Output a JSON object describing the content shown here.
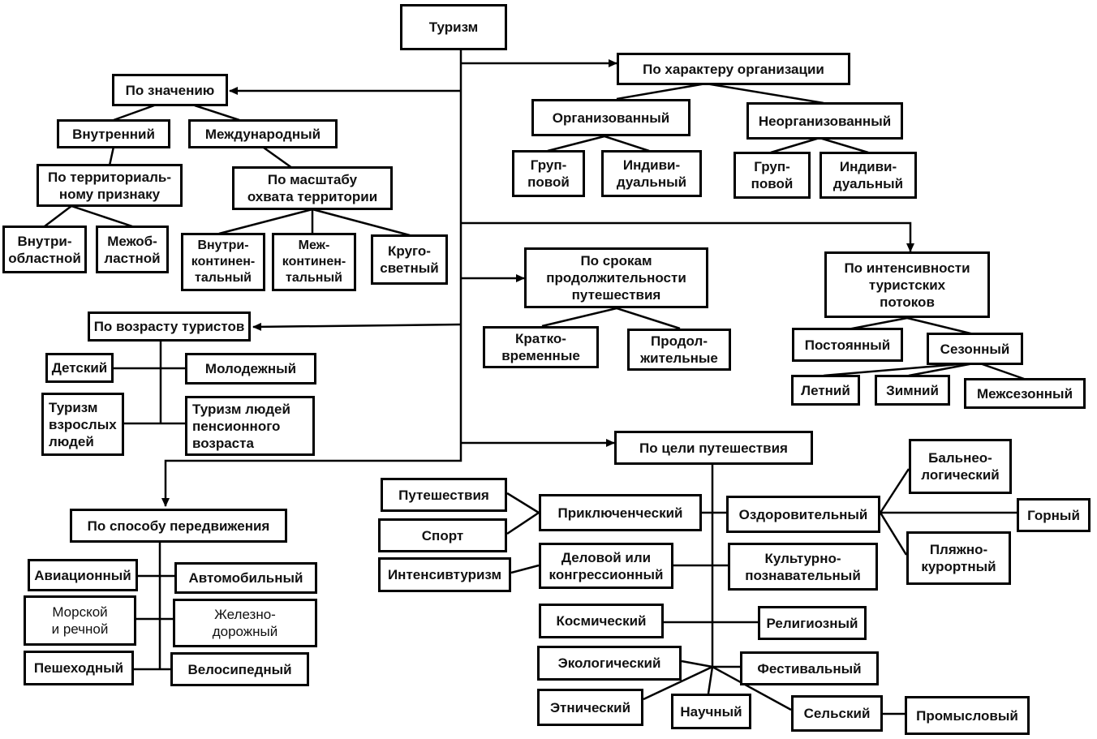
{
  "root": "Туризм",
  "groups": {
    "significance": {
      "label": "По значению",
      "domestic": "Внутренний",
      "international": "Международный",
      "by_territory": "По территориаль-\nному признаку",
      "intraregional": "Внутри-\nобластной",
      "interregional": "Межоб-\nластной",
      "by_scale": "По масштабу\nохвата территории",
      "intracontinental": "Внутри-\nконтинен-\nтальный",
      "intercontinental": "Меж-\nконтинен-\nтальный",
      "round_world": "Круго-\nсветный"
    },
    "organization": {
      "label": "По характеру организации",
      "organized": "Организованный",
      "unorganized": "Неорганизованный",
      "org_group": "Груп-\nповой",
      "org_individual": "Индиви-\nдуальный",
      "unorg_group": "Груп-\nповой",
      "unorg_individual": "Индиви-\nдуальный"
    },
    "duration": {
      "label": "По срокам\nпродолжительности\nпутешествия",
      "short": "Кратко-\nвременные",
      "long": "Продол-\nжительные"
    },
    "intensity": {
      "label": "По интенсивности\nтуристских\nпотоков",
      "constant": "Постоянный",
      "seasonal": "Сезонный",
      "summer": "Летний",
      "winter": "Зимний",
      "offseason": "Межсезонный"
    },
    "age": {
      "label": "По возрасту туристов",
      "children": "Детский",
      "youth": "Молодежный",
      "adults": "Туризм\nвзрослых\nлюдей",
      "seniors": "Туризм людей\nпенсионного\nвозраста"
    },
    "transport": {
      "label": "По способу передвижения",
      "aviation": "Авиационный",
      "auto": "Автомобильный",
      "sea": "Морской\nи речной",
      "railway": "Железно-\nдорожный",
      "walking": "Пешеходный",
      "bicycle": "Велосипедный"
    },
    "purpose": {
      "label": "По цели путешествия",
      "travel": "Путешествия",
      "sport": "Спорт",
      "adventure": "Приключенческий",
      "health": "Оздоровительный",
      "balneo": "Бальнео-\nлогический",
      "mountain": "Горный",
      "beach": "Пляжно-\nкурортный",
      "incentive": "Интенсивтуризм",
      "business": "Деловой или\nконгрессионный",
      "cultural": "Культурно-\nпознавательный",
      "space": "Космический",
      "religious": "Религиозный",
      "ecological": "Экологический",
      "festival": "Фестивальный",
      "ethnic": "Этнический",
      "scientific": "Научный",
      "rural": "Сельский",
      "fishing": "Промысловый"
    }
  }
}
